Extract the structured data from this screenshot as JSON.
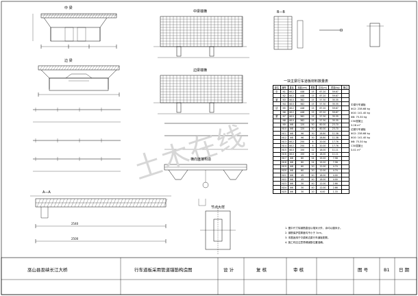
{
  "drawing": {
    "labels": {
      "elev_top": "中 梁",
      "elev_mid": "边 梁",
      "sec_aa": "A—A",
      "sec_bb": "B—B",
      "plan_mid": "中梁端横",
      "plan_side": "边梁端横",
      "detail_mid": "横向连接构造",
      "detail_small": "节点大样",
      "dim_total": "2540",
      "dim_span": "2500"
    },
    "table": {
      "caption": "一块主梁行车道板材料数量表",
      "header": [
        "部位",
        "编号",
        "直径",
        "长度(cm)",
        "根数",
        "总长(m)",
        "重量(kg)",
        "备注"
      ],
      "rows": [
        [
          "中",
          "N1",
          "Φ12",
          "448",
          "15",
          "67.20",
          "59.67",
          ""
        ],
        [
          "",
          "N2",
          "Φ12",
          "448",
          "15",
          "67.20",
          "59.67",
          ""
        ],
        [
          "梁",
          "N3",
          "Φ10",
          "382",
          "15",
          "57.30",
          "35.35",
          ""
        ],
        [
          "",
          "N4",
          "Φ10",
          "382",
          "15",
          "57.30",
          "35.35",
          ""
        ],
        [
          "边",
          "N5",
          "Φ12",
          "448",
          "15",
          "67.20",
          "59.67",
          ""
        ],
        [
          "",
          "N6",
          "Φ12",
          "448",
          "15",
          "67.20",
          "59.67",
          ""
        ],
        [
          "梁",
          "N7",
          "Φ10",
          "382",
          "15",
          "57.30",
          "35.35",
          ""
        ],
        [
          "",
          "N8",
          "Φ10",
          "382",
          "15",
          "57.30",
          "35.35",
          ""
        ],
        [
          "",
          "N9",
          "Φ8",
          "120",
          "50",
          "60.00",
          "23.70",
          ""
        ],
        [
          "",
          "N10",
          "Φ8",
          "120",
          "50",
          "60.00",
          "23.70",
          ""
        ],
        [
          "",
          "N11",
          "Φ8",
          "96",
          "30",
          "28.80",
          "11.38",
          ""
        ],
        [
          "",
          "N12",
          "Φ8",
          "96",
          "30",
          "28.80",
          "11.38",
          ""
        ],
        [
          "",
          "N13",
          "Φ12",
          "250",
          "8",
          "20.00",
          "17.76",
          ""
        ],
        [
          "",
          "N14",
          "Φ12",
          "250",
          "8",
          "20.00",
          "17.76",
          ""
        ],
        [
          "",
          "N15",
          "Φ10",
          "150",
          "12",
          "18.00",
          "11.11",
          ""
        ],
        [
          "",
          "N16",
          "Φ10",
          "150",
          "12",
          "18.00",
          "11.11",
          ""
        ],
        [
          "",
          "N17",
          "Φ8",
          "80",
          "24",
          "19.20",
          "7.58",
          ""
        ],
        [
          "",
          "N18",
          "Φ8",
          "80",
          "24",
          "19.20",
          "7.58",
          ""
        ],
        [
          "",
          "N19",
          "Φ8",
          "60",
          "20",
          "12.00",
          "4.74",
          ""
        ],
        [
          "",
          "N20",
          "Φ8",
          "60",
          "20",
          "12.00",
          "4.74",
          ""
        ],
        [
          "",
          "N21",
          "Φ6",
          "45",
          "40",
          "18.00",
          "4.00",
          ""
        ],
        [
          "",
          "N22",
          "Φ6",
          "45",
          "40",
          "18.00",
          "4.00",
          ""
        ],
        [
          "",
          "N23",
          "Φ6",
          "30",
          "40",
          "12.00",
          "2.66",
          ""
        ],
        [
          "",
          "N24",
          "Φ6",
          "30",
          "40",
          "12.00",
          "2.66",
          ""
        ],
        [
          "",
          "N25",
          "Φ6",
          "30",
          "20",
          "6.00",
          "1.33",
          ""
        ]
      ],
      "notes_right": [
        "中梁行车道板",
        "Φ12: 238.68 kg",
        "Φ10: 141.40 kg",
        "Φ8: 75.30 kg",
        "C30混凝土",
        "3.28 m³",
        "边梁行车道板",
        "Φ12: 238.68 kg",
        "Φ10: 141.40 kg",
        "Φ8: 75.30 kg",
        "C30混凝土",
        "3.41 m³"
      ]
    },
    "notes": [
      "1. 图中尺寸除钢筋直径以毫米计外，余均以厘米计。",
      "2. 钢筋保护层厚度均不小于 3cm。",
      "3. 本图适用于中梁和边梁行车道板配筋。",
      "4. 施工时应注意预埋钢筋位置准确。"
    ]
  },
  "watermark": "土木在线",
  "title_block": {
    "project": "巫山县巫峡长江大桥",
    "drawing_title": "行车道板采用管道锚筋构造图",
    "design_label": "设 计",
    "check_label": "复 核",
    "review_label": "审 核",
    "fig_no_label": "图 号",
    "fig_no_value": "B1",
    "date_label": "日 期"
  }
}
